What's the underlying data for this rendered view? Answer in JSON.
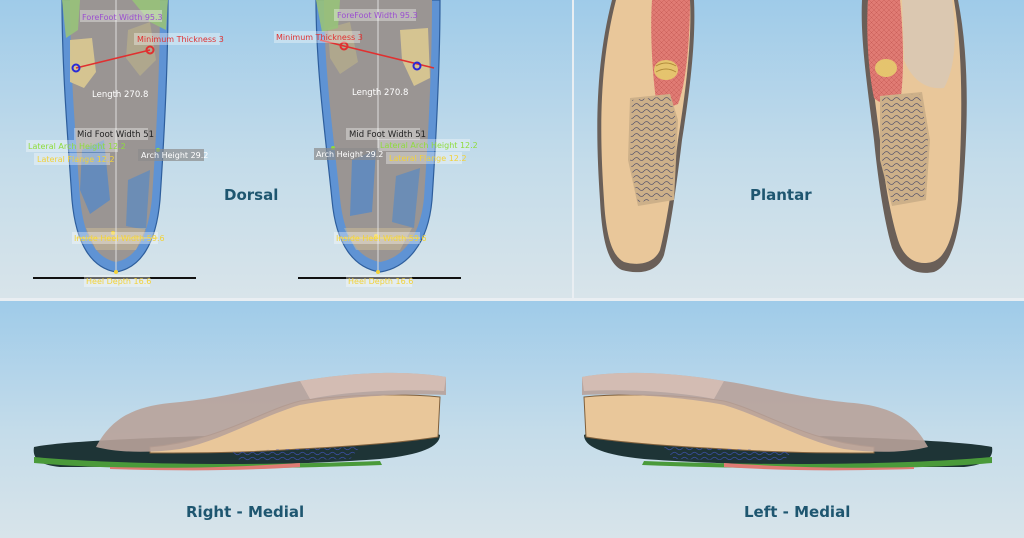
{
  "views": {
    "dorsal": "Dorsal",
    "plantar": "Plantar",
    "right_medial": "Right - Medial",
    "left_medial": "Left - Medial"
  },
  "right_foot": {
    "forefoot_width": "ForeFoot Width 95.3",
    "minimum_thickness": "Minimum Thickness 3",
    "length": "Length 270.8",
    "mid_foot_width": "Mid Foot Width 51",
    "lateral_arch_height": "Lateral Arch Height 12.2",
    "lateral_flange": "Lateral Flange 12.2",
    "arch_height": "Arch Height 29.2",
    "inside_heel_width": "Inside Heel Width 59.6",
    "heel_depth": "Heel Depth 16.6"
  },
  "left_foot": {
    "forefoot_width": "ForeFoot Width 95.3",
    "minimum_thickness": "Minimum Thickness 3",
    "length": "Length 270.8",
    "mid_foot_width": "Mid Foot Width 51",
    "arch_height": "Arch Height 29.2",
    "lateral_arch_height": "Lateral Arch Height 12.2",
    "lateral_flange": "Lateral Flange 12.2",
    "inside_heel_width": "Inside Heel Width 59.6",
    "heel_depth": "Heel Depth 16.6"
  },
  "colors": {
    "caption": "#1e5670",
    "shell": "#e9c79a",
    "top_cover": "#e07b74",
    "measure_line": "#e03030",
    "forefoot_label": "#9b4fd0",
    "lateral_label": "#8fdc3c",
    "heel_label": "#f2d23a"
  }
}
